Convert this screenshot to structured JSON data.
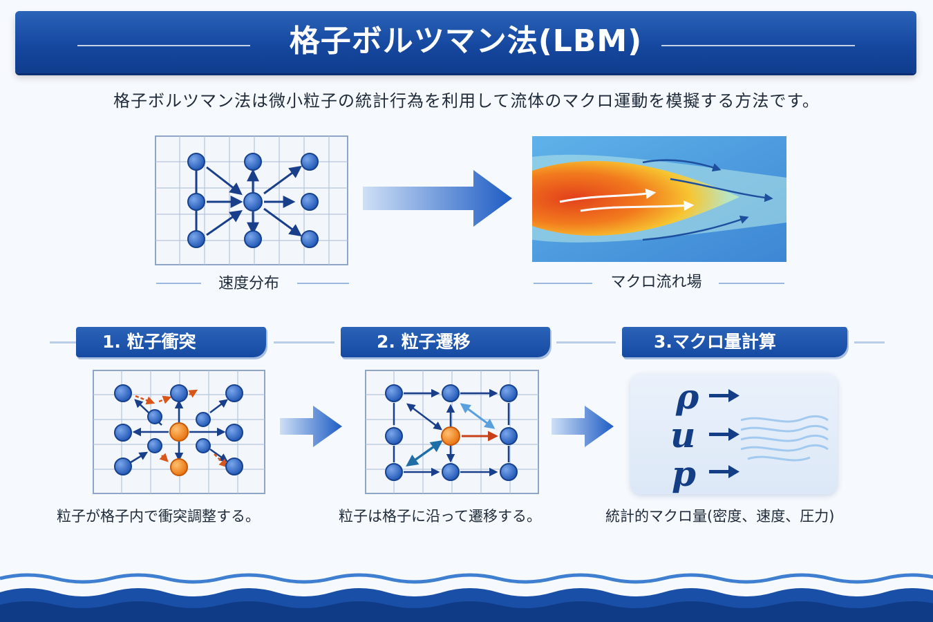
{
  "title": "格子ボルツマン法(LBM)",
  "intro": "格子ボルツマン法は微小粒子の統計行為を利用して流体のマクロ運動を模擬する方法です。",
  "top": {
    "left_caption": "速度分布",
    "right_caption": "マクロ流れ場"
  },
  "steps": [
    {
      "label": "1. 粒子衝突",
      "description": "粒子が格子内で衝突調整する。"
    },
    {
      "label": "2. 粒子遷移",
      "description": "粒子は格子に沿って遷移する。"
    },
    {
      "label": "3.マクロ量計算",
      "description": "統計的マクロ量(密度、速度、圧力)"
    }
  ],
  "symbols": [
    "ρ",
    "u",
    "p"
  ],
  "colors": {
    "banner": "#1648a0",
    "node_blue": "#2f67c9",
    "node_orange": "#f08a1c",
    "arrow": "#1a3f8a",
    "grid": "#9fb3cf"
  }
}
